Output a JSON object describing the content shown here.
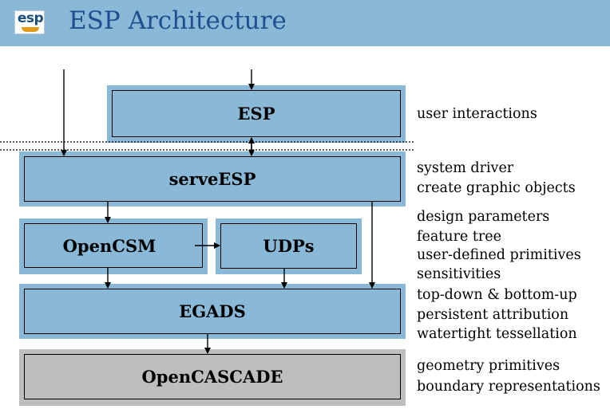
{
  "header": {
    "logo_text": "esp",
    "title_short": "ESP",
    "title_rest": "Architecture"
  },
  "layers": {
    "esp": {
      "label": "ESP"
    },
    "serve_esp": {
      "label": "serveESP"
    },
    "opencsm": {
      "label": "OpenCSM"
    },
    "udps": {
      "label": "UDPs"
    },
    "egads": {
      "label": "EGADS"
    },
    "opencascade": {
      "label": "OpenCASCADE"
    }
  },
  "descriptions": {
    "esp": [
      "user interactions"
    ],
    "serve_esp": [
      "system driver",
      "create graphic objects"
    ],
    "opencsm": [
      "design parameters",
      "feature tree",
      "user-defined primitives",
      "sensitivities"
    ],
    "egads": [
      "top-down & bottom-up",
      "persistent attribution",
      "watertight tessellation"
    ],
    "opencascade": [
      "geometry primitives",
      "boundary representations"
    ]
  },
  "colors": {
    "header_blue": "#8ab9d7",
    "panel_blue": "#8ab9d7",
    "panel_gray": "#bebebe",
    "title_blue": "#1e4f8f"
  }
}
